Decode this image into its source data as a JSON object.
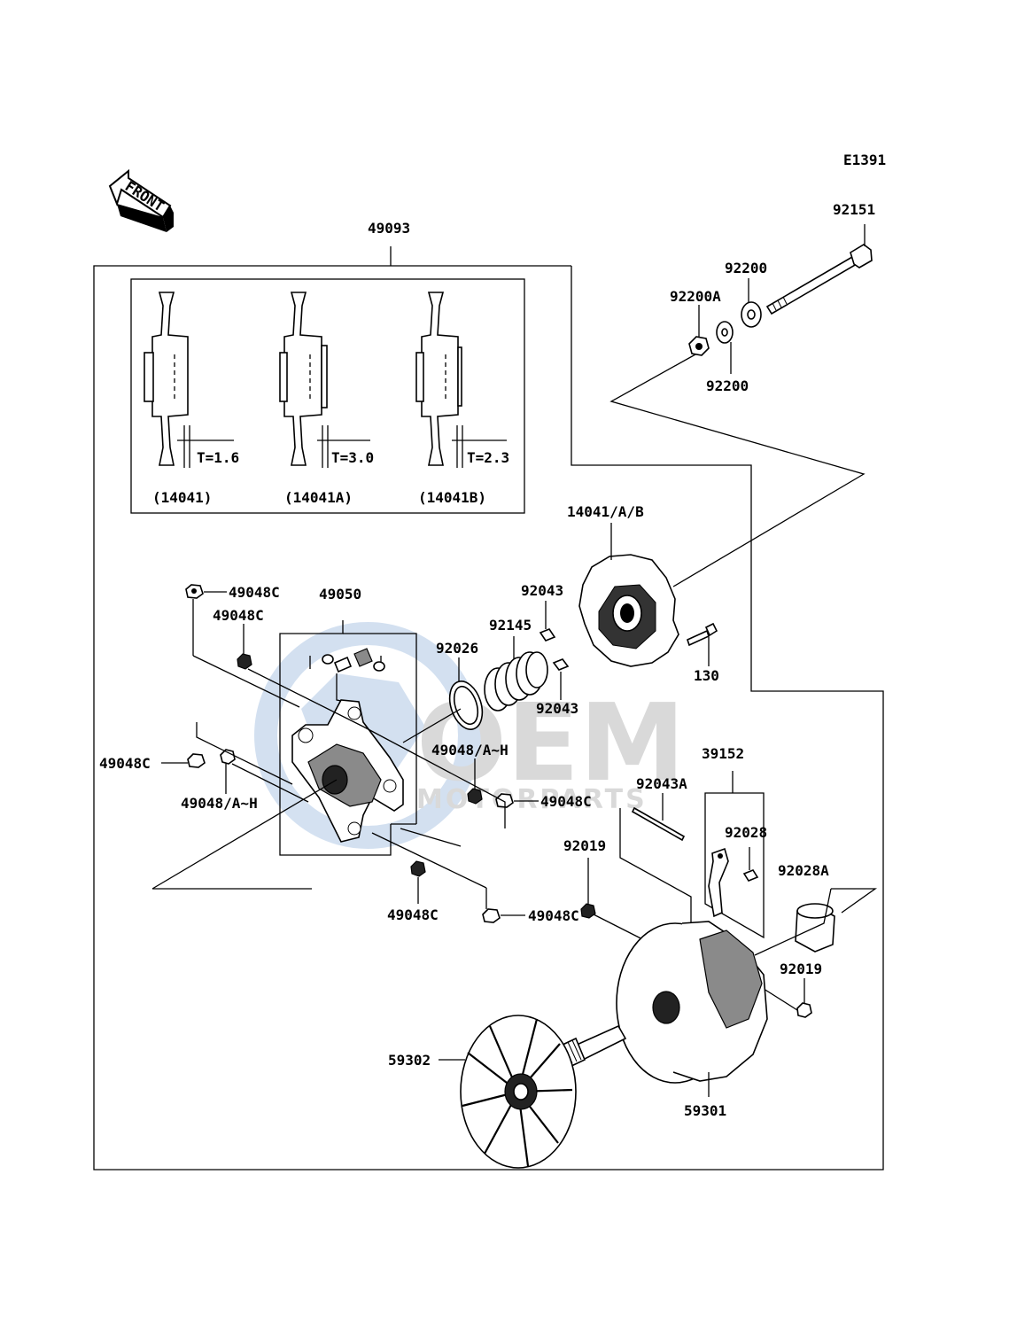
{
  "diagram_code": "E1391",
  "front_label": "FRONT",
  "watermark": {
    "main": "OEM",
    "sub": "MOTORPARTS"
  },
  "inset": {
    "variants": [
      {
        "thickness": "T=1.6",
        "code": "(14041)"
      },
      {
        "thickness": "T=3.0",
        "code": "(14041A)"
      },
      {
        "thickness": "T=2.3",
        "code": "(14041B)"
      }
    ]
  },
  "callouts": {
    "c49093": "49093",
    "c92151": "92151",
    "c92200_top": "92200",
    "c92200A": "92200A",
    "c92200_bottom": "92200",
    "c14041AB": "14041/A/B",
    "c92043_top": "92043",
    "c92145": "92145",
    "c92026": "92026",
    "c92043_bottom": "92043",
    "c130": "130",
    "c49048C_1": "49048C",
    "c49050": "49050",
    "c49048C_2": "49048C",
    "c49048C_3": "49048C",
    "c49048AH_left": "49048/A~H",
    "c49048AH_right": "49048/A~H",
    "c49048C_4": "49048C",
    "c49048C_5": "49048C",
    "c49048C_6": "49048C",
    "c39152": "39152",
    "c92043A": "92043A",
    "c92028": "92028",
    "c92019_top": "92019",
    "c92028A": "92028A",
    "c92019_right": "92019",
    "c59302": "59302",
    "c59301": "59301"
  }
}
